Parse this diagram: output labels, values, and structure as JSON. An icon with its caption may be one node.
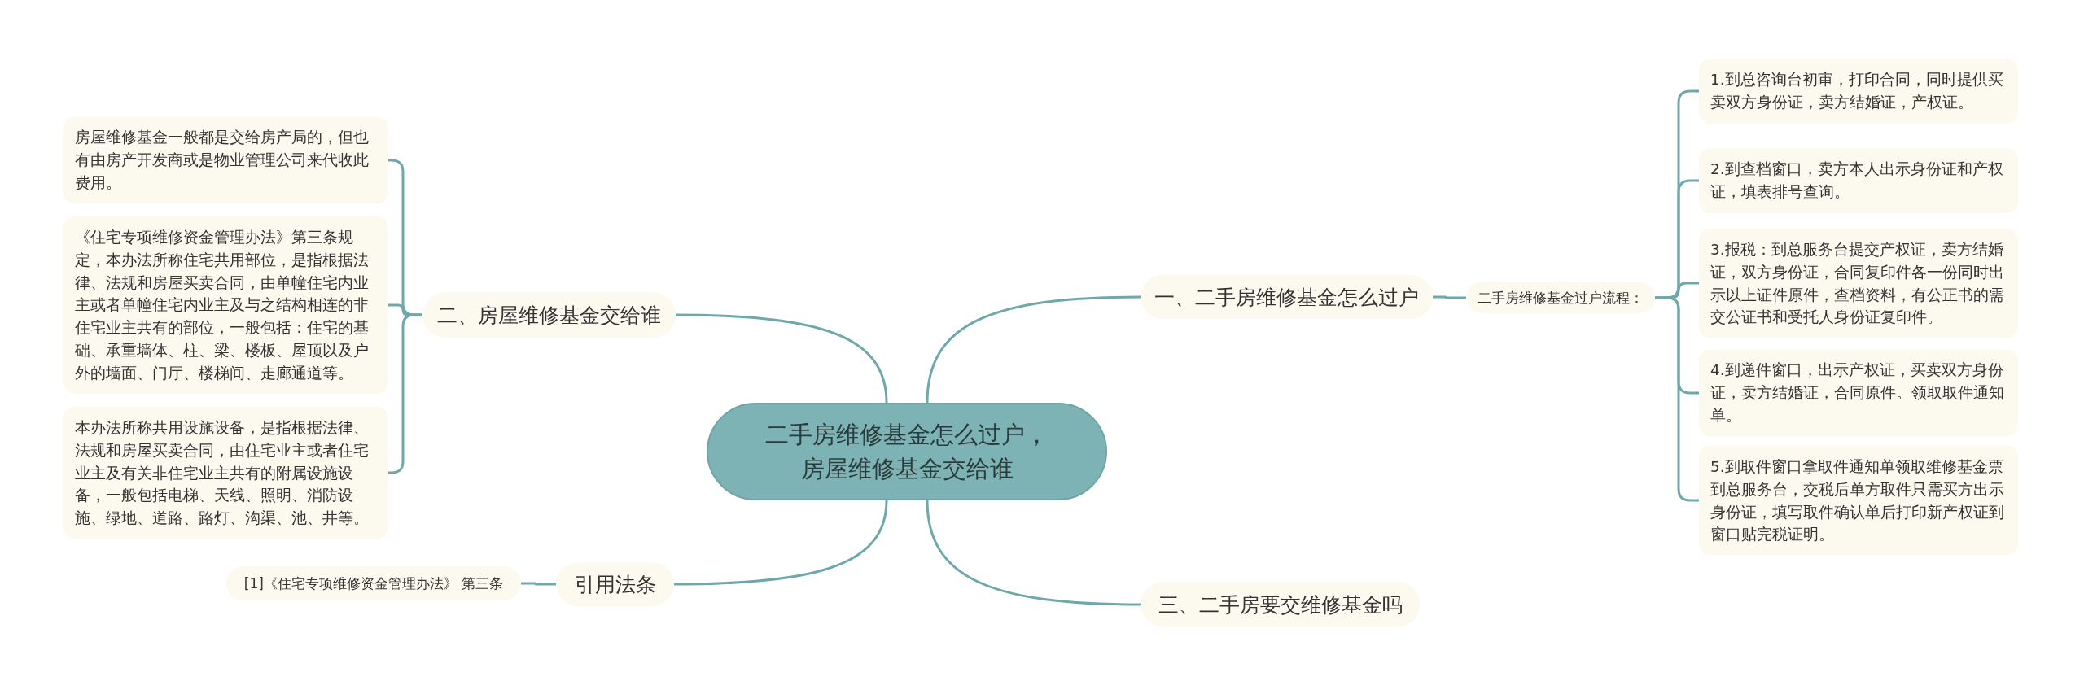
{
  "diagram": {
    "nodes": [
      {
        "text": [
          "二手房维修基金怎么过户，房屋维修基金交给谁"
        ]
      },
      {
        "text": [
          "一、二手房维修基金怎么过户"
        ]
      },
      {
        "text": [
          "二手房维修基金过户流程："
        ]
      },
      {
        "text": [
          "1.到总咨询台初审，打印合同，同时提供买卖双方身份证，卖方结婚证，产权证。"
        ]
      },
      {
        "text": [
          "2.到查档窗口，卖方本人出示身份证和产权证，填表排号查询。"
        ]
      },
      {
        "text": [
          "3.报税：到总服务台提交产权证，卖方结婚证，双方身份证，合同复印件各一份同时出示以上证件原件，查档资料，有公正书的需交公证书和受托人身份证复印件。"
        ]
      },
      {
        "text": [
          "4.到递件窗口，出示产权证，买卖双方身份证，卖方结婚证，合同原件。领取取件通知单。"
        ]
      },
      {
        "text": [
          "5.到取件窗口拿取件通知单领取维修基金票到总服务台，交税后单方取件只需买方出示身份证，填写取件确认单后打印新产权证到窗口贴完税证明。"
        ]
      },
      {
        "text": [
          "三、二手房要交维修基金吗"
        ]
      },
      {
        "text": [
          "二、房屋维修基金交给谁"
        ]
      },
      {
        "text": [
          "房屋维修基金一般都是交给房产局的，但也有由房产开发商或是物业管理公司来代收此费用。"
        ]
      },
      {
        "text": [
          "《住宅专项维修资金管理办法》第三条规定，本办法所称住宅共用部位，是指根据法律、法规和房屋买卖合同，由单幢住宅内业主或者单幢住宅内业主及与之结构相连的非住宅业主共有的部位，一般包括：住宅的基础、承重墙体、柱、梁、楼板、屋顶以及户外的墙面、门厅、楼梯间、走廊通道等。"
        ]
      },
      {
        "text": [
          "本办法所称共用设施设备，是指根据法律、法规和房屋买卖合同，由住宅业主或者住宅业主及有关非住宅业主共有的附属设施设备，一般包括电梯、天线、照明、消防设施、绿地、道路、路灯、沟渠、池、井等。"
        ]
      },
      {
        "text": [
          "引用法条"
        ]
      },
      {
        "text": [
          "[1]《住宅专项维修资金管理办法》 第三条"
        ]
      }
    ],
    "edges": [
      {
        "from": 0,
        "to": 1,
        "arrow": "none"
      },
      {
        "from": 1,
        "to": 2,
        "arrow": "none"
      },
      {
        "from": 2,
        "to": 3,
        "arrow": "none"
      },
      {
        "from": 2,
        "to": 4,
        "arrow": "none"
      },
      {
        "from": 2,
        "to": 5,
        "arrow": "none"
      },
      {
        "from": 2,
        "to": 6,
        "arrow": "none"
      },
      {
        "from": 2,
        "to": 7,
        "arrow": "none"
      },
      {
        "from": 0,
        "to": 8,
        "arrow": "none"
      },
      {
        "from": 0,
        "to": 9,
        "arrow": "none"
      },
      {
        "from": 9,
        "to": 10,
        "arrow": "none"
      },
      {
        "from": 9,
        "to": 11,
        "arrow": "none"
      },
      {
        "from": 9,
        "to": 12,
        "arrow": "none"
      },
      {
        "from": 0,
        "to": 13,
        "arrow": "none"
      },
      {
        "from": 13,
        "to": 14,
        "arrow": "none"
      }
    ]
  }
}
